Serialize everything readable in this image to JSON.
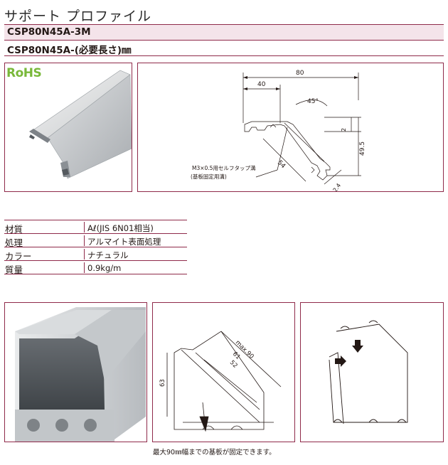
{
  "title": "サポート プロファイル",
  "codes": [
    "CSP80N45A-3M",
    "CSP80N45A-(必要長さ)㎜"
  ],
  "rohs_logo": "RoHS",
  "drawing": {
    "dim_80": "80",
    "dim_40": "40",
    "dim_45deg": "45°",
    "dim_2": "2",
    "dim_49_5": "49.5",
    "dim_54": "54",
    "dim_2_4": "2.4",
    "note_line1": "M3×0.5用セルフタップ溝",
    "note_line2": "(基板固定用溝)"
  },
  "specs": [
    {
      "key": "材質",
      "value": "Aℓ(JIS 6N01相当)"
    },
    {
      "key": "処理",
      "value": "アルマイト表面処理"
    },
    {
      "key": "カラー",
      "value": "ナチュラル"
    },
    {
      "key": "質量",
      "value": "0.9kg/m"
    }
  ],
  "board_drawing": {
    "dim_max90": "max.90",
    "dim_61": "61",
    "dim_52": "52",
    "dim_63": "63"
  },
  "caption": "最大90㎜幅までの基板が固定できます。",
  "colors": {
    "accent": "#8f2a4a",
    "code_bg": "#f4e4ea",
    "rohs": "#79b83a"
  }
}
